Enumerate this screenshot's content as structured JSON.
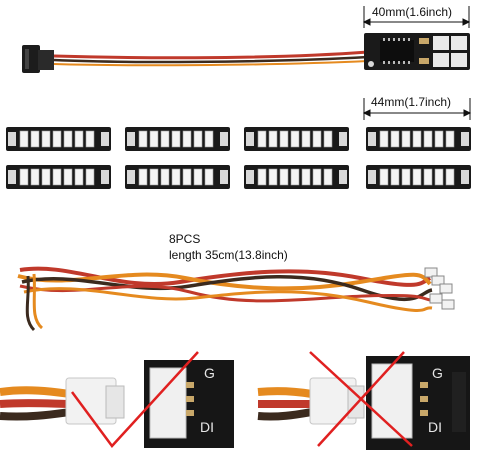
{
  "product": {
    "dimension_controller": "40mm(1.6inch)",
    "dimension_strip": "44mm(1.7inch)",
    "cable_count": "8PCS",
    "cable_length": "length 35cm(13.8inch)",
    "silkscreen_g": "G",
    "silkscreen_di": "DI"
  },
  "led_strips": {
    "count": 8,
    "leds_per_strip": 7
  },
  "colors": {
    "pcb": "#1a1a1a",
    "cable_red": "#c0392b",
    "cable_orange": "#e58a1f",
    "cable_brown": "#3b2a1e",
    "connector_white": "#f2f2f2",
    "mark_red": "#e02020"
  }
}
